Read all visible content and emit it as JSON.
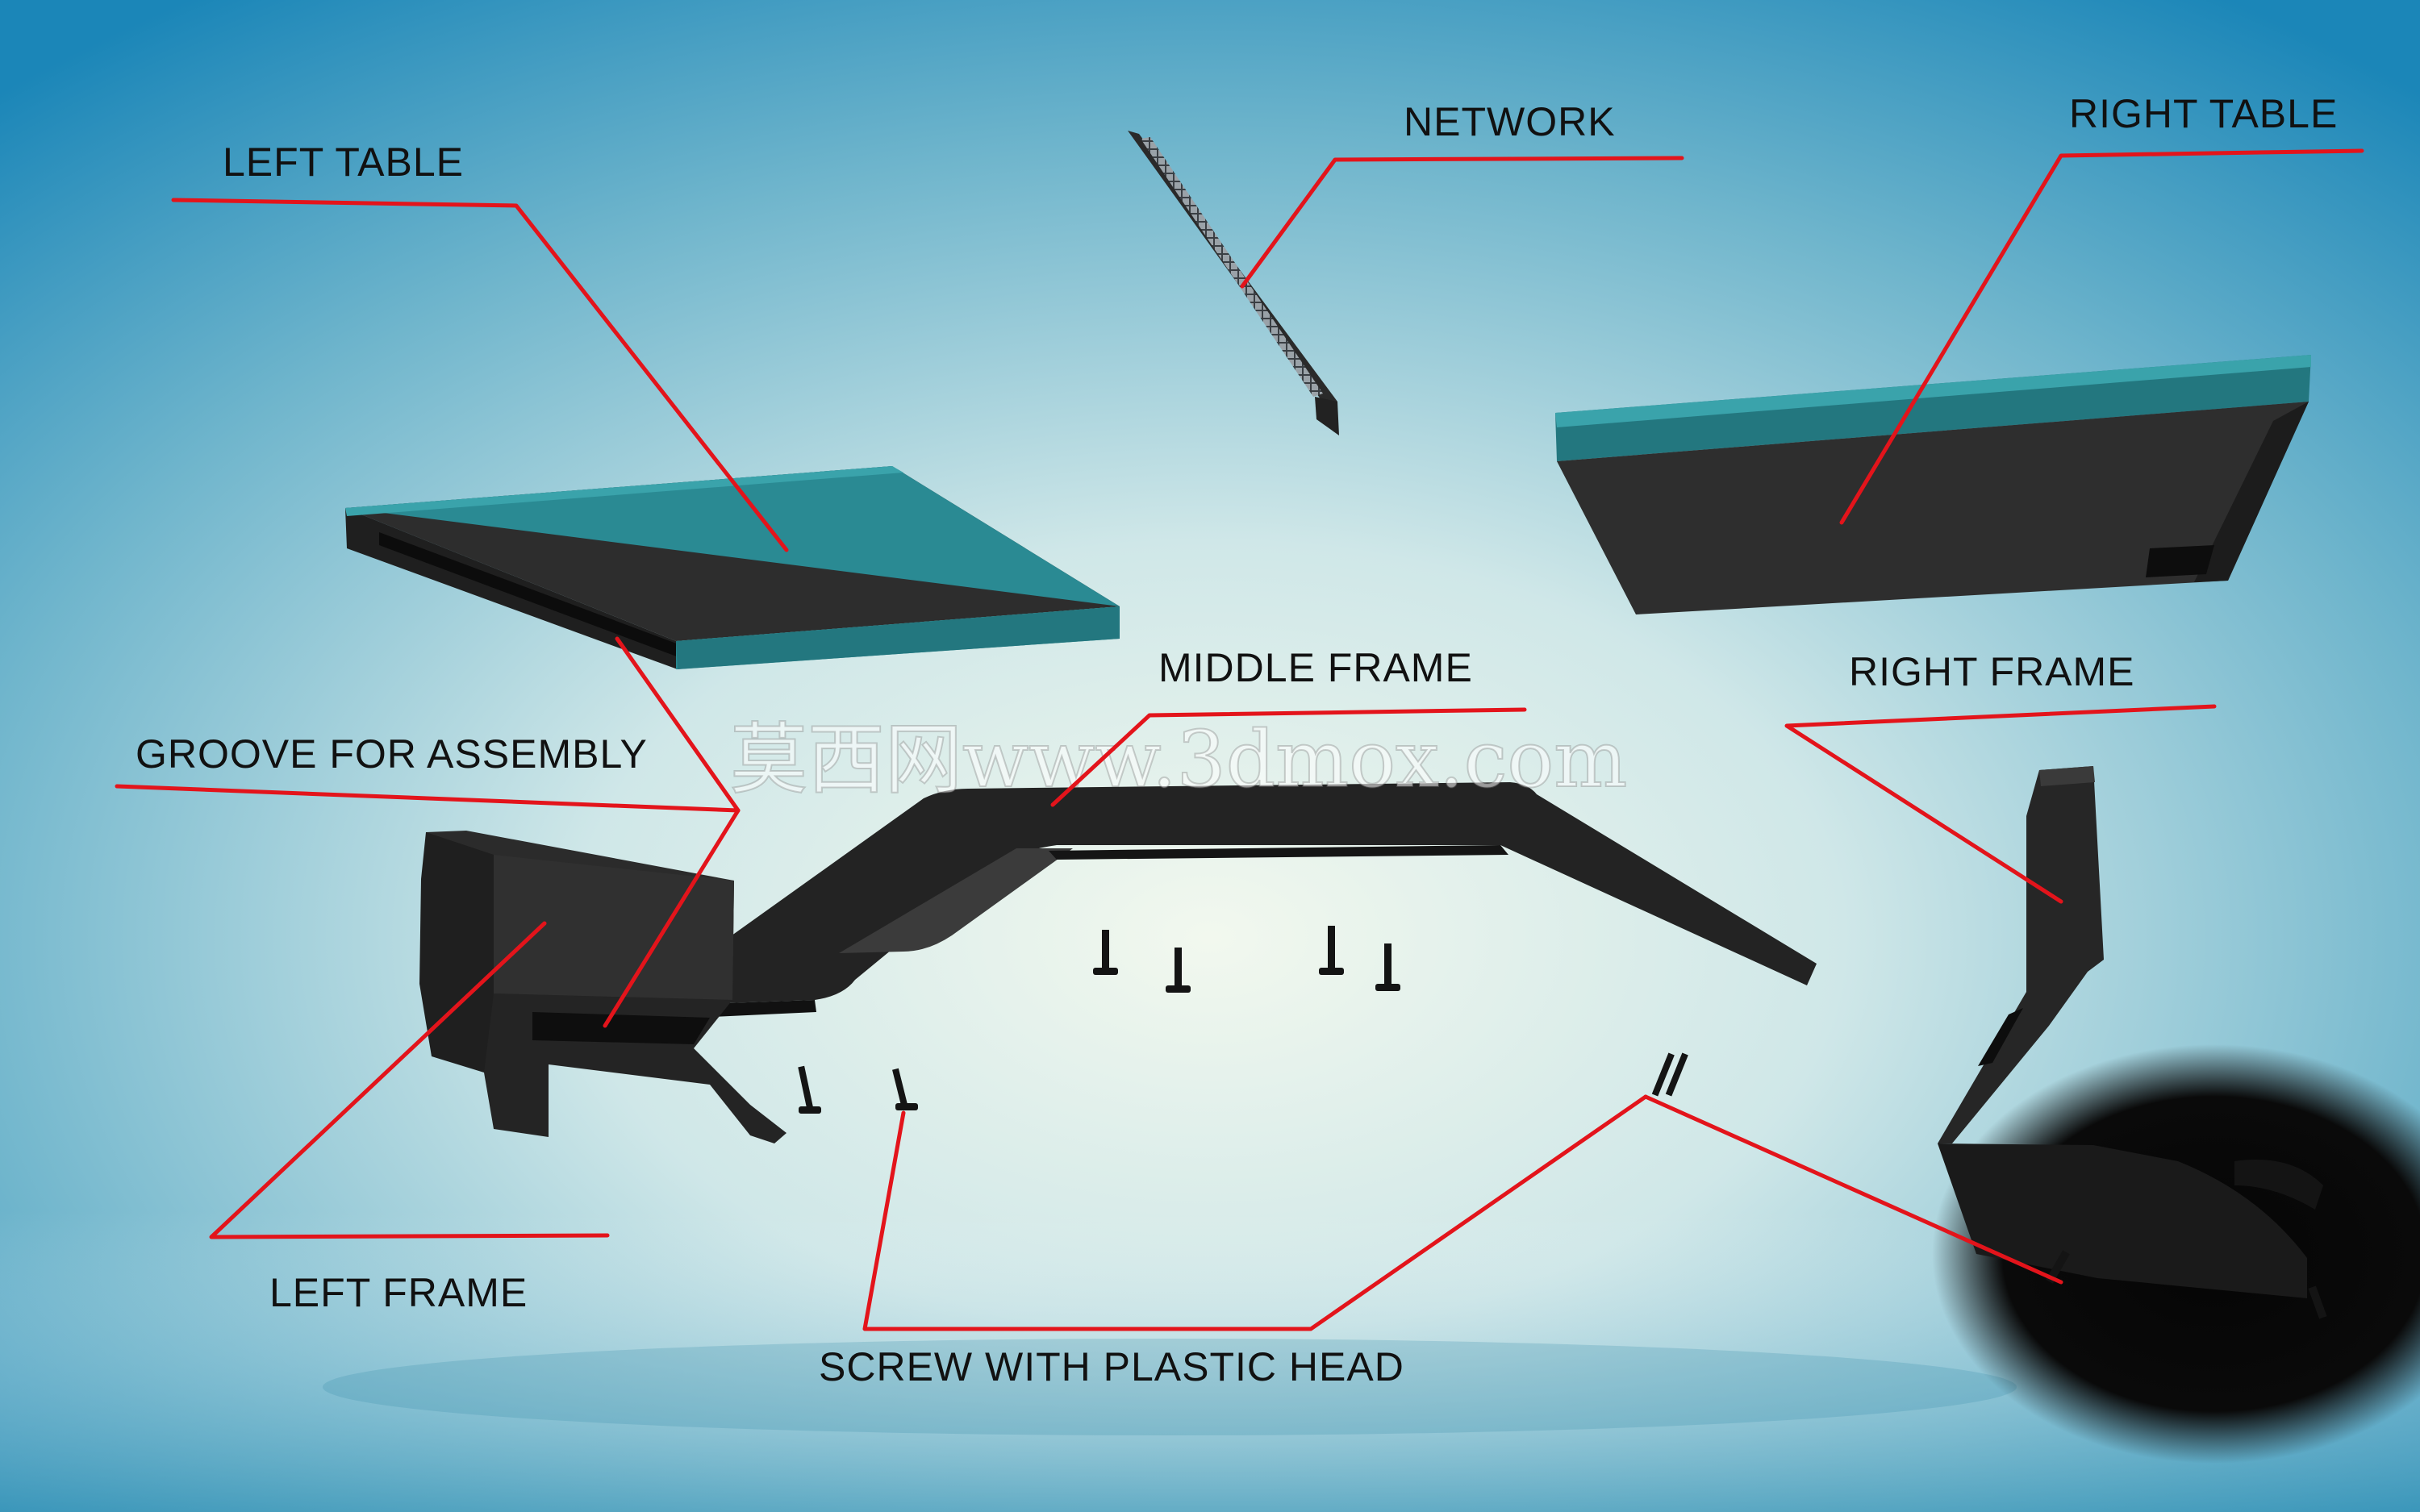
{
  "labels": {
    "network": "NETWORK",
    "left_table": "LEFT  TABLE",
    "right_table": "RIGHT  TABLE",
    "middle_frame": "MIDDLE FRAME",
    "right_frame": "RIGHT  FRAME",
    "groove_for_assembly": "GROOVE FOR ASSEMBLY",
    "left_frame": "LEFT  FRAME",
    "screw_with_plastic_head": "SCREW WITH PLASTIC HEAD"
  },
  "watermark": "莫西网www.3dmox.com",
  "colors": {
    "background_light": "#eef6ef",
    "background_dark": "#1b86b8",
    "tabletop_teal": "#2a8a93",
    "part_black": "#1d1d1d",
    "leader_red": "#e3141b",
    "label_text": "#111111"
  }
}
